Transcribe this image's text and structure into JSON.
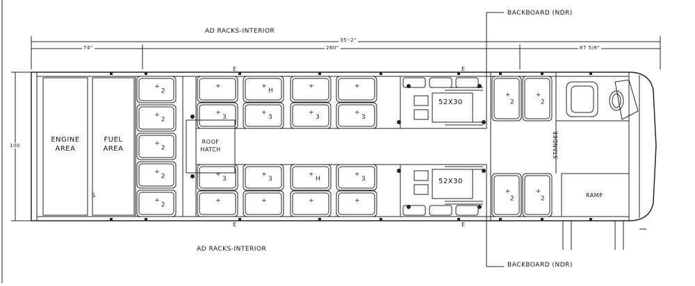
{
  "labels": {
    "ad_racks_top": "AD RACKS-INTERIOR",
    "ad_racks_bottom": "AD RACKS-INTERIOR",
    "backboard_top": "BACKBOARD (NDR)",
    "backboard_bottom": "BACKBOARD (NDR)",
    "engine_area_line1": "ENGINE",
    "engine_area_line2": "AREA",
    "fuel_area_line1": "FUEL",
    "fuel_area_line2": "AREA",
    "roof_hatch_line1": "ROOF",
    "roof_hatch_line2": "HATCH",
    "standee": "STANDEE",
    "ramp": "RAMP",
    "wheelchair_top": "52X30",
    "wheelchair_bottom": "52X30",
    "e_top_1": "E",
    "e_top_2": "E",
    "e_bottom_1": "E",
    "e_bottom_2": "E",
    "s_mark": "S"
  },
  "dimensions": {
    "overall": "35'-2\"",
    "rear": "74\"",
    "middle": "260\"",
    "front": "87 5/8\"",
    "width": "100"
  },
  "seat_numbers": {
    "rear_bench": [
      "2",
      "2",
      "2",
      "2",
      "2"
    ],
    "top_row_upper": [
      "",
      "H",
      "",
      ""
    ],
    "top_row_lower": [
      "3",
      "3",
      "3",
      "3"
    ],
    "bottom_row_upper": [
      "3",
      "3",
      "H",
      "3"
    ],
    "bottom_row_lower": [
      "",
      "",
      "",
      ""
    ],
    "front_top": [
      "2",
      "2"
    ],
    "front_bottom": [
      "2",
      "2"
    ]
  }
}
